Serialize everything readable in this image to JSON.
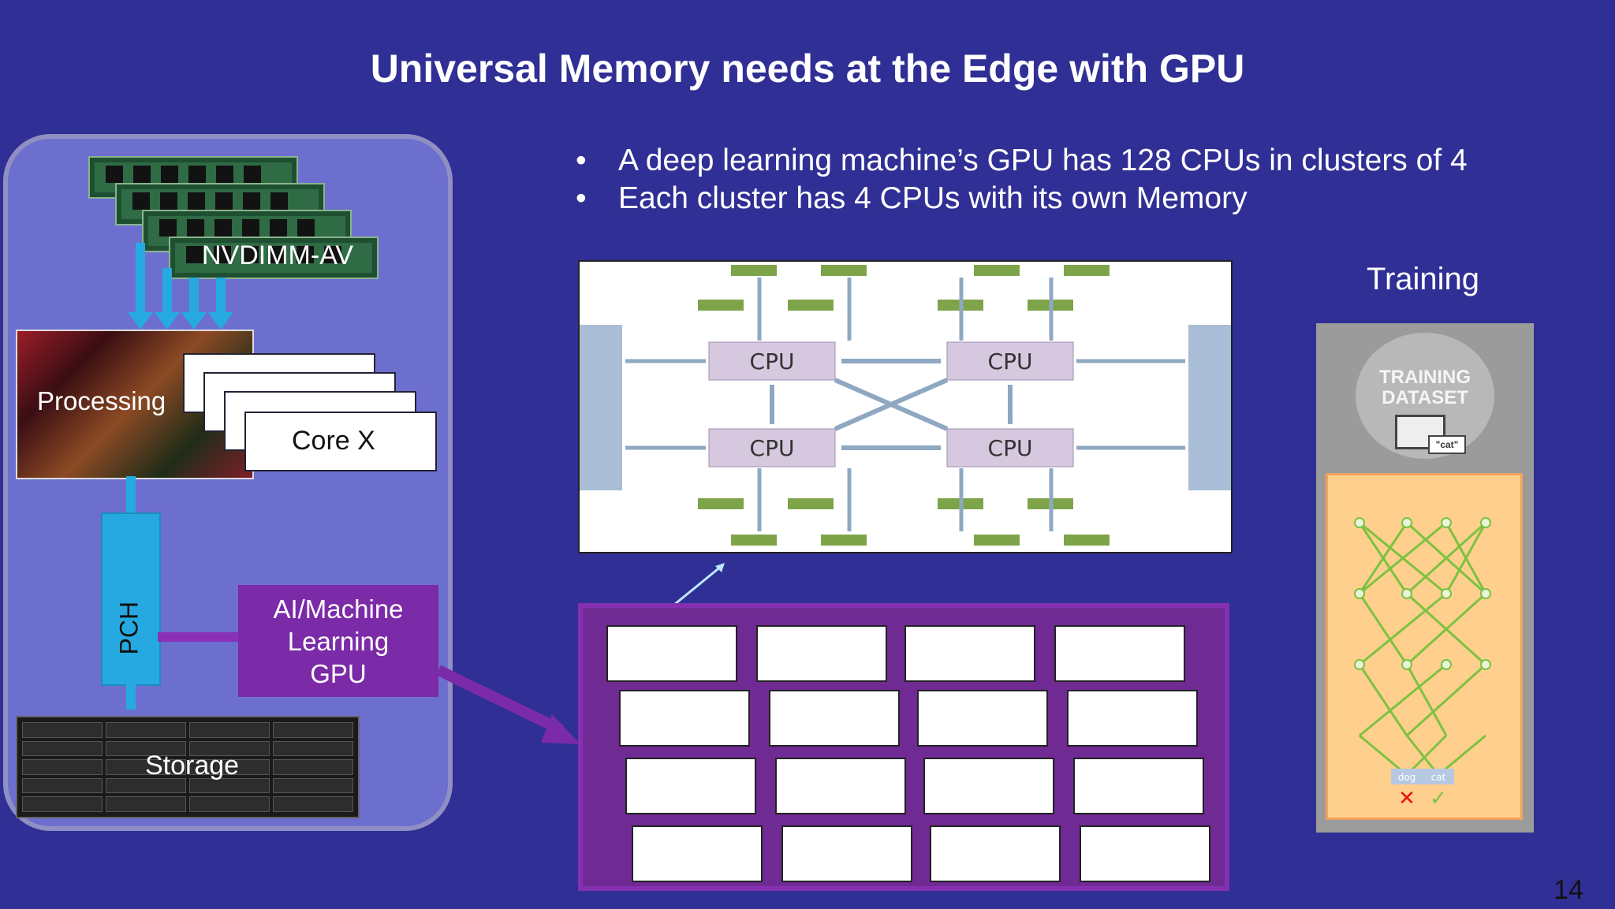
{
  "title": "Universal Memory needs at the Edge with GPU",
  "left_diagram": {
    "dimm_label": "NVDIMM-AV",
    "processing_label": "Processing",
    "core_label": "Core   X",
    "pch_label": "PCH",
    "ai_label_lines": [
      "AI/Machine",
      "Learning",
      "GPU"
    ],
    "storage_label": "Storage"
  },
  "bullets": [
    "A deep learning machine’s GPU has 128 CPUs in clusters of 4",
    "Each cluster has 4 CPUs with its own Memory"
  ],
  "cluster_diagram": {
    "cpu_labels": [
      "CPU",
      "CPU",
      "CPU",
      "CPU"
    ]
  },
  "training": {
    "label": "Training",
    "dataset_lines": [
      "TRAINING",
      "DATASET"
    ],
    "image_caption": "\"cat\"",
    "outputs": [
      "dog",
      "cat"
    ]
  },
  "page_number": "14"
}
